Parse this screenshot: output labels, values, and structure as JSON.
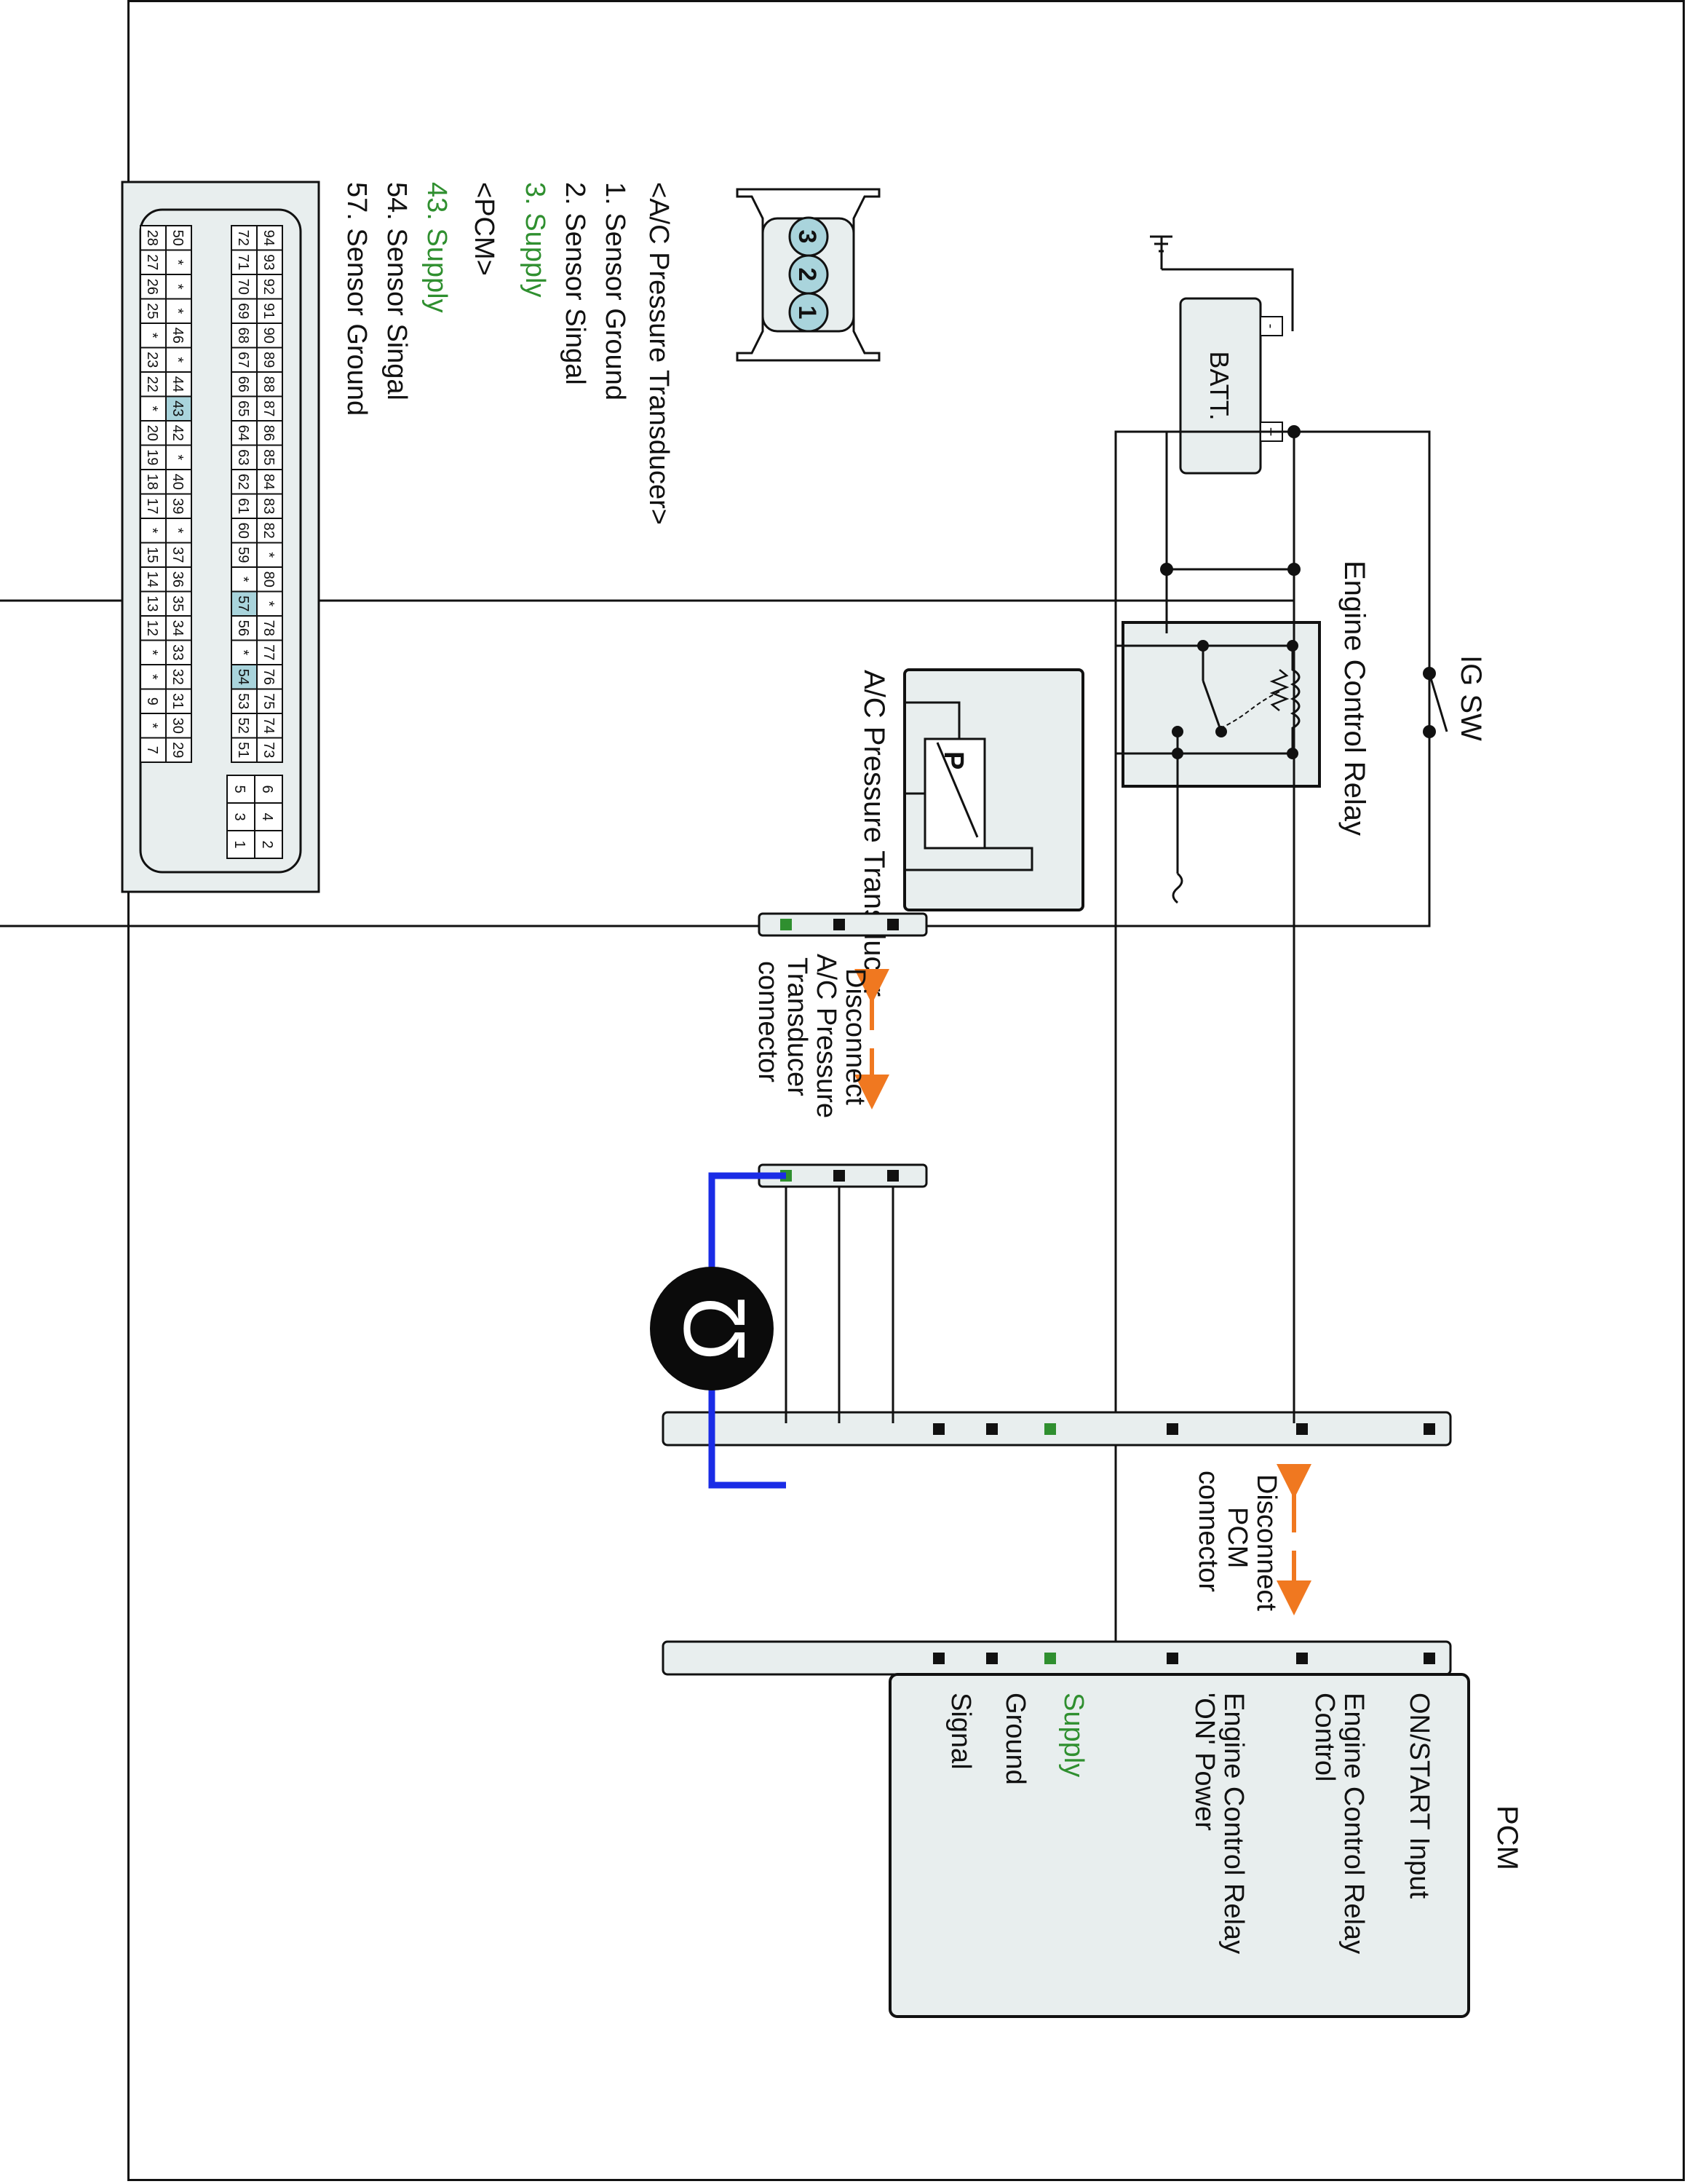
{
  "colors": {
    "wire": "#111111",
    "green_pin": "#2f8f2f",
    "orange_arrow": "#f07820",
    "blue_loop": "#1a2ce6",
    "box_fill": "#e8eeee",
    "teal_pin": "#a9d4dc"
  },
  "top": {
    "batt_label": "BATT.",
    "plus": "+",
    "minus": "-",
    "ig_sw_label": "IG SW",
    "relay_label": "Engine Control Relay",
    "transducer_label": "A/C Pressure Transducer",
    "transducer_symbol": "P",
    "disconnect_transducer": [
      "Disconnect",
      "A/C Pressure",
      "Transducer",
      "connector"
    ],
    "disconnect_pcm": [
      "Disconnect",
      "PCM",
      "connector"
    ],
    "ohm_symbol": "Ω",
    "pcm": {
      "title": "PCM",
      "pins": [
        "ON/START Input",
        "Engine Control Relay",
        "Control",
        "Engine Control Relay",
        "'ON' Power",
        "Supply",
        "Ground",
        "Signal"
      ]
    }
  },
  "bottom": {
    "transducer_connector_title": "<A/C Pressure Transducer>",
    "transducer_pin_numbers": [
      "3",
      "2",
      "1"
    ],
    "transducer_pins": [
      "1. Sensor Ground",
      "2. Sensor Singal",
      "3. Supply"
    ],
    "pcm_connector_title": "<PCM>",
    "pcm_pins": [
      "43. Supply",
      "54. Sensor Singal",
      "57. Sensor Ground"
    ],
    "pcm_grid": {
      "row1": [
        "94",
        "93",
        "92",
        "91",
        "90",
        "89",
        "88",
        "87",
        "86",
        "85",
        "84",
        "83",
        "82",
        "*",
        "80",
        "*",
        "78",
        "77",
        "76",
        "75",
        "74",
        "73"
      ],
      "row2": [
        "72",
        "71",
        "70",
        "69",
        "68",
        "67",
        "66",
        "65",
        "64",
        "63",
        "62",
        "61",
        "60",
        "59",
        "*",
        "57",
        "56",
        "*",
        "54",
        "53",
        "52",
        "51"
      ],
      "row3": [
        "50",
        "*",
        "*",
        "*",
        "46",
        "*",
        "44",
        "43",
        "42",
        "*",
        "40",
        "39",
        "*",
        "37",
        "36",
        "35",
        "34",
        "33",
        "32",
        "31",
        "30",
        "29"
      ],
      "row4": [
        "28",
        "27",
        "26",
        "25",
        "*",
        "23",
        "22",
        "*",
        "20",
        "19",
        "18",
        "17",
        "*",
        "15",
        "14",
        "13",
        "12",
        "*",
        "*",
        "9",
        "*",
        "7"
      ],
      "small": [
        "6",
        "5",
        "4",
        "3",
        "2",
        "1"
      ]
    }
  }
}
